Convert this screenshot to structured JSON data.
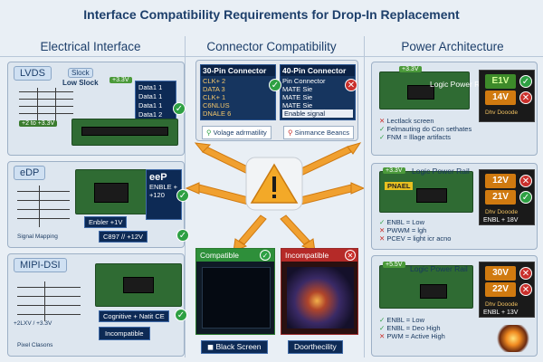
{
  "title": "Interface Compatibility Requirements for Drop-In Replacement",
  "columns": [
    "Electrical Interface",
    "Connector Compatibility",
    "Power Architecture"
  ],
  "electrical": {
    "lvds": {
      "tab": "LVDS",
      "chip_tag": "Slock",
      "low_slock": "Low Slock",
      "data": [
        "Data1 1",
        "Data1 1",
        "Data1 1",
        "Data1 2"
      ],
      "volt_tag": "+3.3V",
      "rail": "+2 to +3.3V"
    },
    "edp": {
      "tab": "eDP",
      "name": "eeP",
      "enble": "ENBLE +",
      "v120": "+120",
      "enbler": "Enbler +1V",
      "signal_mapping": "Signal Mapping",
      "c8": "C897 // +12V"
    },
    "mipi": {
      "tab": "MIPI-DSI",
      "left_v": "+2LXV / +3.3V",
      "cognitive": "Cognitive + Natit CE",
      "incompat": "Incompatible",
      "pixel_mode": "Pixel Clasons"
    }
  },
  "connector": {
    "pin30": {
      "head": "30-Pin Connector",
      "rows": [
        "CLK+ 2",
        "DATA 3",
        "CLK+ 1",
        "C6NLUS",
        "DNALE 6"
      ]
    },
    "pin40": {
      "head": "40-Pin Connector",
      "rows": [
        "Pin Connector",
        "MATE Sie",
        "MATE Sie",
        "MATE Sie",
        "Enable signal"
      ]
    },
    "voltage_chip": "Volage adrmatility",
    "sinmance_chip": "Sinmance Beancs",
    "compatible": "Compatible",
    "incompatible": "Incompatible",
    "black_screen": "Black Screen",
    "doorthecility": "Doorthecility"
  },
  "power": {
    "top": {
      "volt": "+3.3V",
      "rail": "Logic Power Rail",
      "led1": "E1V",
      "led2": "14V",
      "sub": "Dhv Dooode",
      "bullets": [
        "Lectlack screen",
        "Felmauting do Con sethates",
        "FNM = lllage artifacts"
      ]
    },
    "mid": {
      "volt": "+3.3V",
      "rail": "Logic Power Rail",
      "pnab": "PNAEL",
      "led1": "12V",
      "led2": "21V",
      "sub": "Dhv Dooode",
      "enbl": "ENBL + 18V",
      "bullets": [
        "ENBL = Low",
        "PWWM = lgh",
        "PCEV = light icr acno"
      ]
    },
    "bot": {
      "volt": "+5.5V",
      "rail": "Logic Power Rail",
      "led1": "30V",
      "led2": "22V",
      "sub": "Dhv Dooode",
      "enbl": "ENBL + 13V",
      "bullets": [
        "ENBL = Low",
        "ENBL = Deo High",
        "PWM = Active High"
      ]
    }
  },
  "center_icon": "warning-icon",
  "colors": {
    "navy": "#0d2a55",
    "pcb": "#2f6b33",
    "ok": "#2ea043",
    "bad": "#c9302c",
    "arrow": "#f0a030"
  }
}
